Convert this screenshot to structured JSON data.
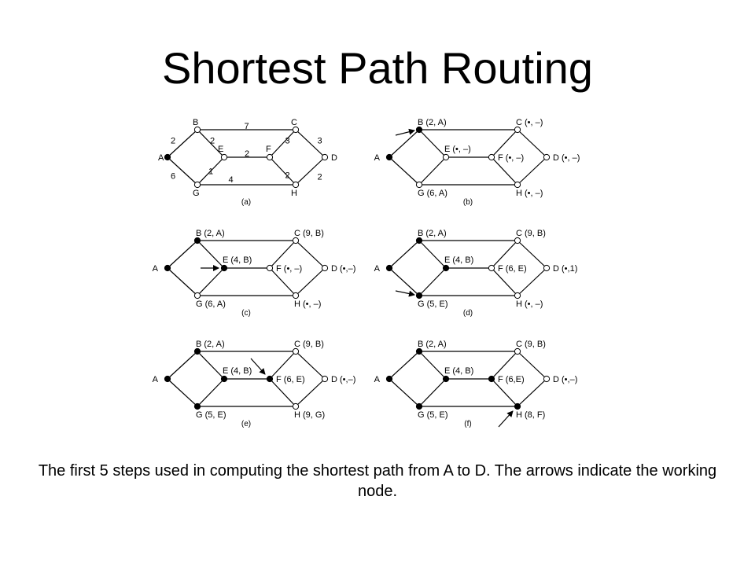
{
  "title": "Shortest Path Routing",
  "caption": "The first 5 steps used in computing the shortest path from A to D.  The arrows indicate the working node.",
  "edges": [
    [
      "A",
      "B"
    ],
    [
      "A",
      "G"
    ],
    [
      "B",
      "C"
    ],
    [
      "B",
      "E"
    ],
    [
      "E",
      "F"
    ],
    [
      "E",
      "G"
    ],
    [
      "F",
      "C"
    ],
    [
      "F",
      "H"
    ],
    [
      "C",
      "D"
    ],
    [
      "H",
      "D"
    ],
    [
      "G",
      "H"
    ]
  ],
  "panels": [
    {
      "id": "a",
      "sublabel": "(a)",
      "labels": {
        "A": "A",
        "B": "B",
        "C": "C",
        "D": "D",
        "E": "E",
        "F": "F",
        "G": "G",
        "H": "H"
      },
      "filled": [
        "A"
      ],
      "weights": [
        {
          "edge": "A-B",
          "text": "2"
        },
        {
          "edge": "A-G",
          "text": "6"
        },
        {
          "edge": "B-C",
          "text": "7"
        },
        {
          "edge": "B-E",
          "text": "2"
        },
        {
          "edge": "E-F",
          "text": "2"
        },
        {
          "edge": "E-G",
          "text": "1"
        },
        {
          "edge": "F-C",
          "text": "3"
        },
        {
          "edge": "F-H",
          "text": "2"
        },
        {
          "edge": "C-D",
          "text": "3"
        },
        {
          "edge": "H-D",
          "text": "2"
        },
        {
          "edge": "G-H",
          "text": "4"
        }
      ],
      "arrow": null
    },
    {
      "id": "b",
      "sublabel": "(b)",
      "labels": {
        "A": "A",
        "B": "B (2, A)",
        "C": "C (•, –)",
        "D": "D (•, –)",
        "E": "E (•, –)",
        "F": "F (•, –)",
        "G": "G (6, A)",
        "H": "H (•, –)"
      },
      "filled": [
        "A",
        "B"
      ],
      "weights": [],
      "arrow": "B"
    },
    {
      "id": "c",
      "sublabel": "(c)",
      "labels": {
        "A": "A",
        "B": "B (2, A)",
        "C": "C (9, B)",
        "D": "D (•,–)",
        "E": "E (4, B)",
        "F": "F (•, –)",
        "G": "G (6, A)",
        "H": "H (•, –)"
      },
      "filled": [
        "A",
        "B",
        "E"
      ],
      "weights": [],
      "arrow": "E"
    },
    {
      "id": "d",
      "sublabel": "(d)",
      "labels": {
        "A": "A",
        "B": "B (2, A)",
        "C": "C (9, B)",
        "D": "D (•,1)",
        "E": "E (4, B)",
        "F": "F (6, E)",
        "G": "G (5, E)",
        "H": "H (•, –)"
      },
      "filled": [
        "A",
        "B",
        "E",
        "G"
      ],
      "weights": [],
      "arrow": "G"
    },
    {
      "id": "e",
      "sublabel": "(e)",
      "labels": {
        "A": "A",
        "B": "B (2, A)",
        "C": "C (9, B)",
        "D": "D (•,–)",
        "E": "E (4, B)",
        "F": "F (6, E)",
        "G": "G (5, E)",
        "H": "H (9, G)"
      },
      "filled": [
        "A",
        "B",
        "E",
        "G",
        "F"
      ],
      "weights": [],
      "arrow": "F"
    },
    {
      "id": "f",
      "sublabel": "(f)",
      "labels": {
        "A": "A",
        "B": "B (2, A)",
        "C": "C (9, B)",
        "D": "D (•,–)",
        "E": "E (4, B)",
        "F": "F (6,E)",
        "G": "G (5, E)",
        "H": "H (8, F)"
      },
      "filled": [
        "A",
        "B",
        "E",
        "G",
        "F",
        "H"
      ],
      "weights": [],
      "arrow": "H"
    }
  ]
}
